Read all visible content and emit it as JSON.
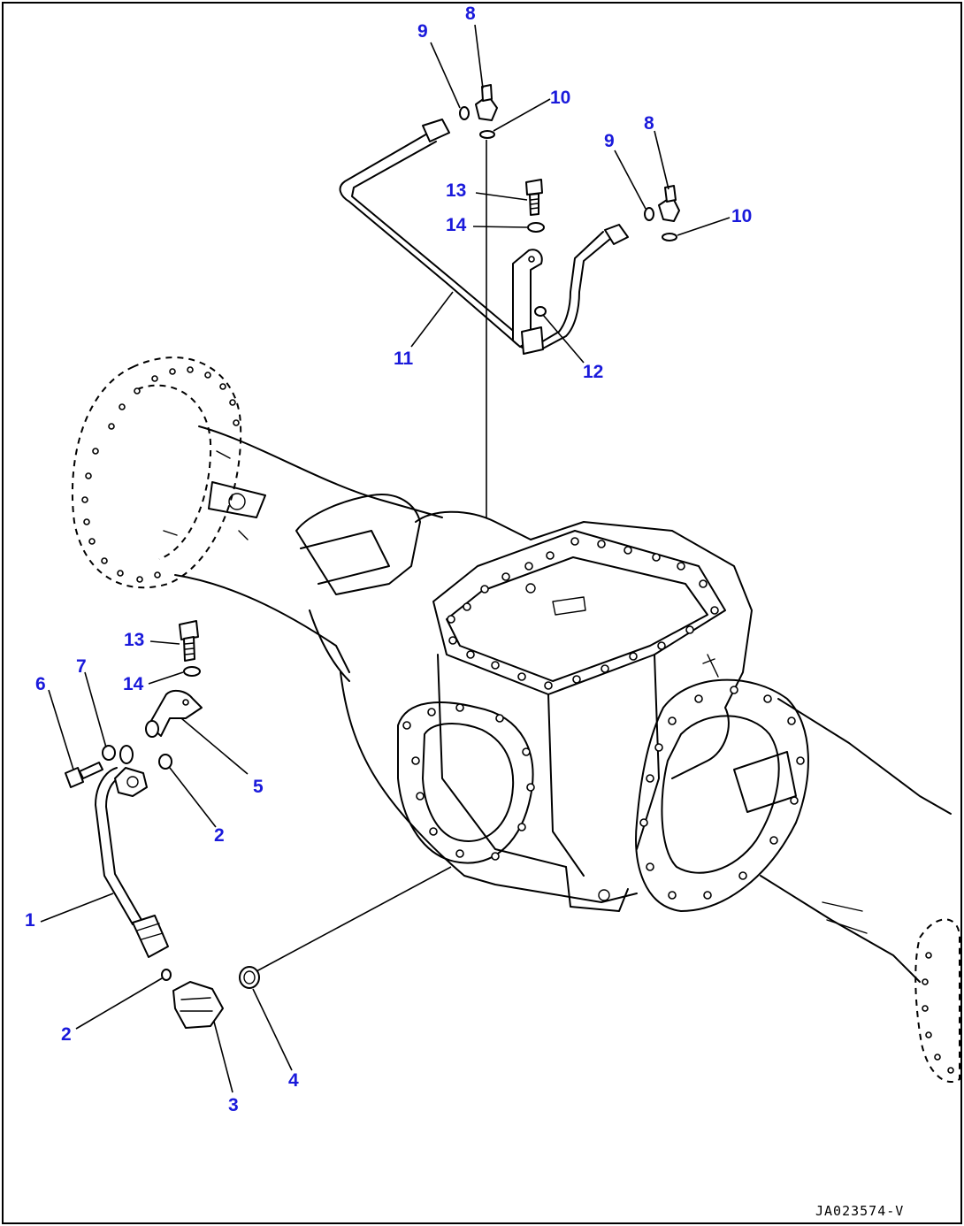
{
  "diagram": {
    "drawing_code": "JA023574-V",
    "callouts": {
      "c1": "1",
      "c2a": "2",
      "c2b": "2",
      "c3": "3",
      "c4": "4",
      "c5": "5",
      "c6": "6",
      "c7": "7",
      "c8a": "8",
      "c8b": "8",
      "c9a": "9",
      "c9b": "9",
      "c10a": "10",
      "c10b": "10",
      "c11": "11",
      "c12": "12",
      "c13a": "13",
      "c13b": "13",
      "c14a": "14",
      "c14b": "14"
    },
    "colors": {
      "callout_text": "#1a1adb",
      "line_art": "#000000",
      "background": "#ffffff"
    }
  }
}
